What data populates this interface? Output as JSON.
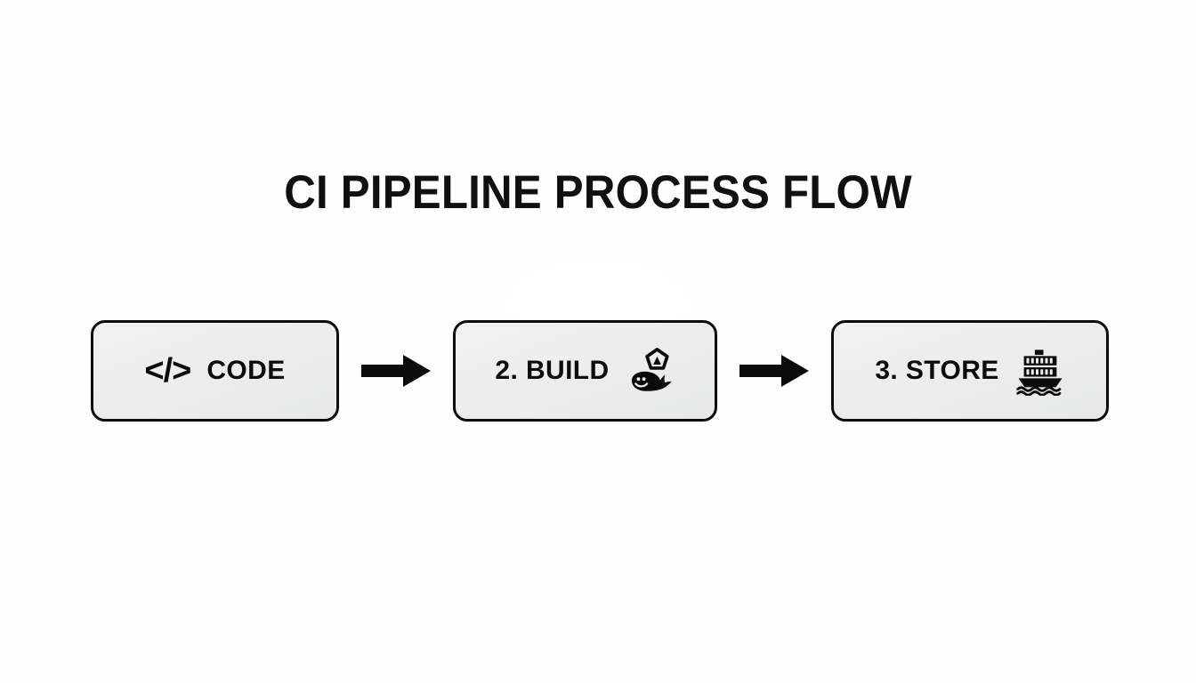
{
  "page": {
    "background_color": "#fdfdfd",
    "ink_color": "#0d0d0d",
    "node_fill_color": "#ededed"
  },
  "title": "CI PIPELINE PROCESS FLOW",
  "flow": {
    "nodes": [
      {
        "id": "code",
        "label": "CODE",
        "leading_glyph": "</>",
        "icon": "code-brackets-icon",
        "icon_position": "leading"
      },
      {
        "id": "build",
        "label": "2. BUILD",
        "icon": "docker-whale-icon",
        "icon_position": "trailing"
      },
      {
        "id": "store",
        "label": "3. STORE",
        "icon": "container-ship-icon",
        "icon_position": "trailing"
      }
    ],
    "connectors": [
      {
        "id": "code-to-build",
        "icon": "right-arrow-icon"
      },
      {
        "id": "build-to-store",
        "icon": "right-arrow-icon"
      }
    ]
  }
}
